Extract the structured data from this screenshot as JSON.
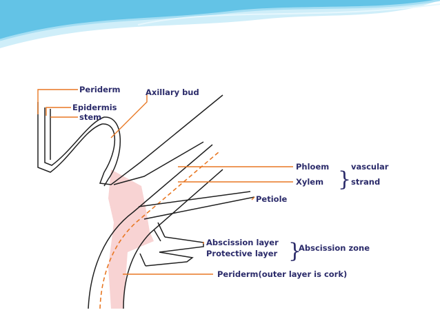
{
  "colors": {
    "leader_line": "#e87722",
    "label_text": "#2b2b6a",
    "abscission_fill": "#f8d3d3",
    "banner_blue": "#63c3e6",
    "banner_light": "#cfeef9"
  },
  "labels": {
    "periderm": "Periderm",
    "axillary_bud": "Axillary bud",
    "epidermis": "Epidermis",
    "stem": "stem",
    "phloem": "Phloem",
    "xylem": "Xylem",
    "vascular": "vascular",
    "strand": "strand",
    "petiole": "Petiole",
    "abscission_layer": "Abscission layer",
    "protective_layer": "Protective layer",
    "abscission_zone": "Abscission zone",
    "periderm_cork": "Periderm(outer layer is cork)"
  }
}
